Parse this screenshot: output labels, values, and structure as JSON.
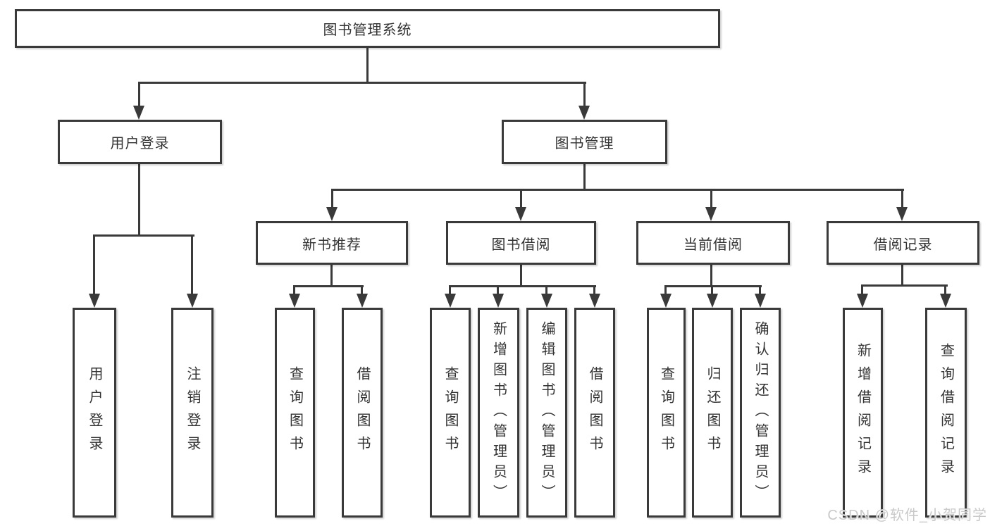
{
  "diagram": {
    "title": "图书管理系统",
    "root": {
      "label": "图书管理系统"
    },
    "branches": [
      {
        "label": "用户登录",
        "children": [
          {
            "label": "用户登录"
          },
          {
            "label": "注销登录"
          }
        ]
      },
      {
        "label": "图书管理",
        "children": [
          {
            "label": "新书推荐",
            "children": [
              {
                "label": "查询图书"
              },
              {
                "label": "借阅图书"
              }
            ]
          },
          {
            "label": "图书借阅",
            "children": [
              {
                "label": "查询图书"
              },
              {
                "label": "新增图书（管理员）"
              },
              {
                "label": "编辑图书（管理员）"
              },
              {
                "label": "借阅图书"
              }
            ]
          },
          {
            "label": "当前借阅",
            "children": [
              {
                "label": "查询图书"
              },
              {
                "label": "归还图书"
              },
              {
                "label": "确认归还（管理员）"
              }
            ]
          },
          {
            "label": "借阅记录",
            "children": [
              {
                "label": "新增借阅记录"
              },
              {
                "label": "查询借阅记录"
              }
            ]
          }
        ]
      }
    ],
    "line_color": "#3a3a3a",
    "text_color": "#333333"
  },
  "watermark": {
    "text": "CSDN @软件_小贺同学"
  }
}
